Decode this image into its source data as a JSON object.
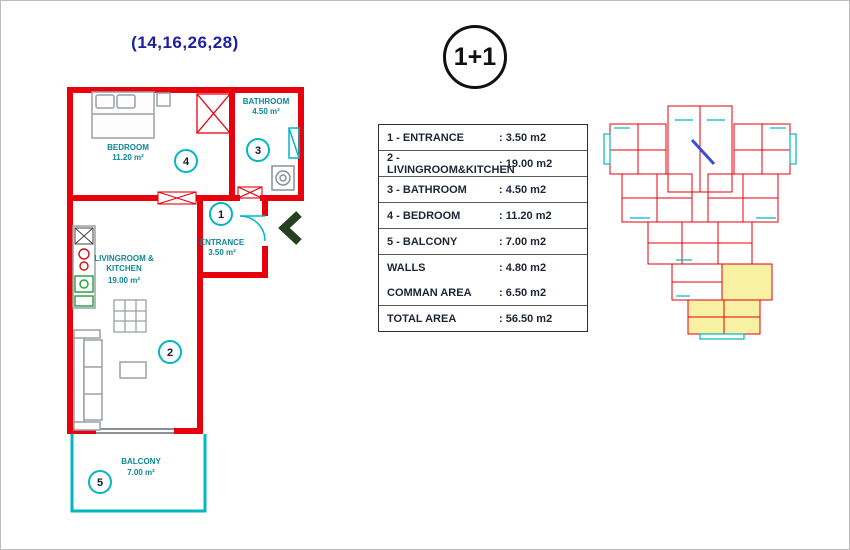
{
  "page": {
    "units_title": "(14,16,26,28)",
    "plan_type_label": "1+1"
  },
  "floor_plan": {
    "rooms": {
      "entrance": {
        "number": "1",
        "name": "ENTRANCE",
        "area": "3.50 m²"
      },
      "living": {
        "number": "2",
        "name_line1": "LIVINGROOM &",
        "name_line2": "KITCHEN",
        "area": "19.00 m²"
      },
      "bathroom": {
        "number": "3",
        "name": "BATHROOM",
        "area": "4.50 m²"
      },
      "bedroom": {
        "number": "4",
        "name": "BEDROOM",
        "area": "11.20 m²"
      },
      "balcony": {
        "number": "5",
        "name": "BALCONY",
        "area": "7.00 m²"
      }
    }
  },
  "area_table": {
    "rows": [
      {
        "label": "1 - ENTRANCE",
        "value": ": 3.50 m2"
      },
      {
        "label": "2 - LIVINGROOM&KITCHEN",
        "value": ": 19.00 m2"
      },
      {
        "label": "3 - BATHROOM",
        "value": ": 4.50 m2"
      },
      {
        "label": "4 - BEDROOM",
        "value": ": 11.20 m2"
      },
      {
        "label": "5 - BALCONY",
        "value": ": 7.00 m2"
      },
      {
        "label": "WALLS",
        "value": ": 4.80 m2"
      },
      {
        "label": "COMMAN AREA",
        "value": ": 6.50 m2"
      },
      {
        "label": "TOTAL AREA",
        "value": ": 56.50 m2"
      }
    ]
  },
  "colors": {
    "wall_red": "#e8000d",
    "balcony_cyan": "#00b7c3",
    "room_label_teal": "#0e8796",
    "title_blue": "#1b1fa0",
    "highlight_yellow": "#f6f1a3",
    "chevron_green": "#24401f"
  }
}
